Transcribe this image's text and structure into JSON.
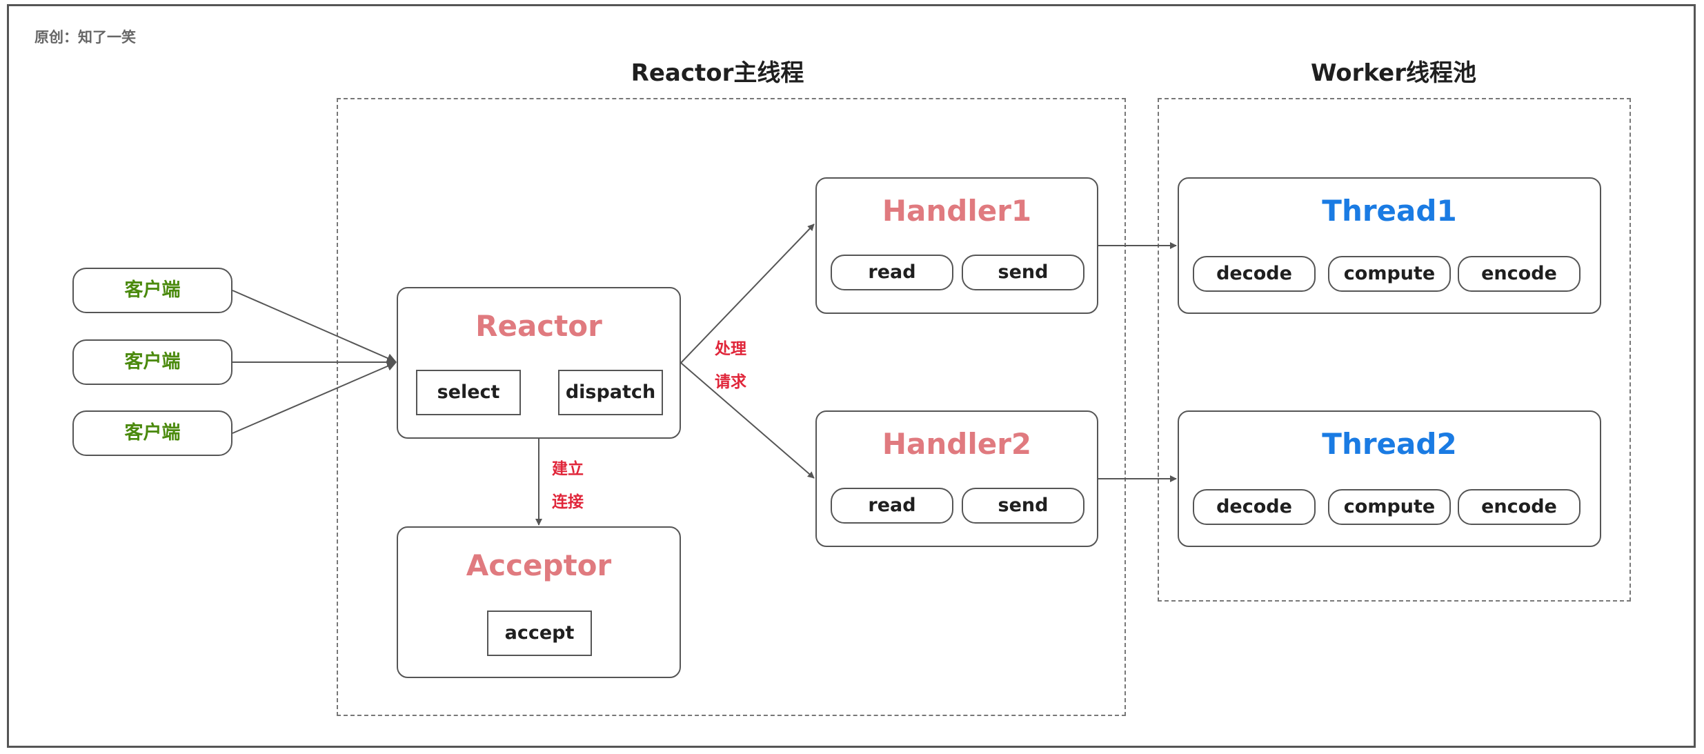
{
  "watermark": "原创：知了一笑",
  "sections": {
    "reactor_main": "Reactor主线程",
    "worker_pool": "Worker线程池"
  },
  "clients": [
    "客户端",
    "客户端",
    "客户端"
  ],
  "reactor": {
    "title": "Reactor",
    "ops": [
      "select",
      "dispatch"
    ]
  },
  "acceptor": {
    "title": "Acceptor",
    "ops": [
      "accept"
    ]
  },
  "handlers": [
    {
      "title": "Handler1",
      "ops": [
        "read",
        "send"
      ]
    },
    {
      "title": "Handler2",
      "ops": [
        "read",
        "send"
      ]
    }
  ],
  "threads": [
    {
      "title": "Thread1",
      "ops": [
        "decode",
        "compute",
        "encode"
      ]
    },
    {
      "title": "Thread2",
      "ops": [
        "decode",
        "compute",
        "encode"
      ]
    }
  ],
  "edge_labels": {
    "process_request": [
      "处理",
      "请求"
    ],
    "establish_connection": [
      "建立",
      "连接"
    ]
  },
  "colors": {
    "component_title": "#e07a7f",
    "thread_title": "#1a7be3",
    "client_text": "#4b8a0e",
    "edge_label": "#e0263a"
  }
}
